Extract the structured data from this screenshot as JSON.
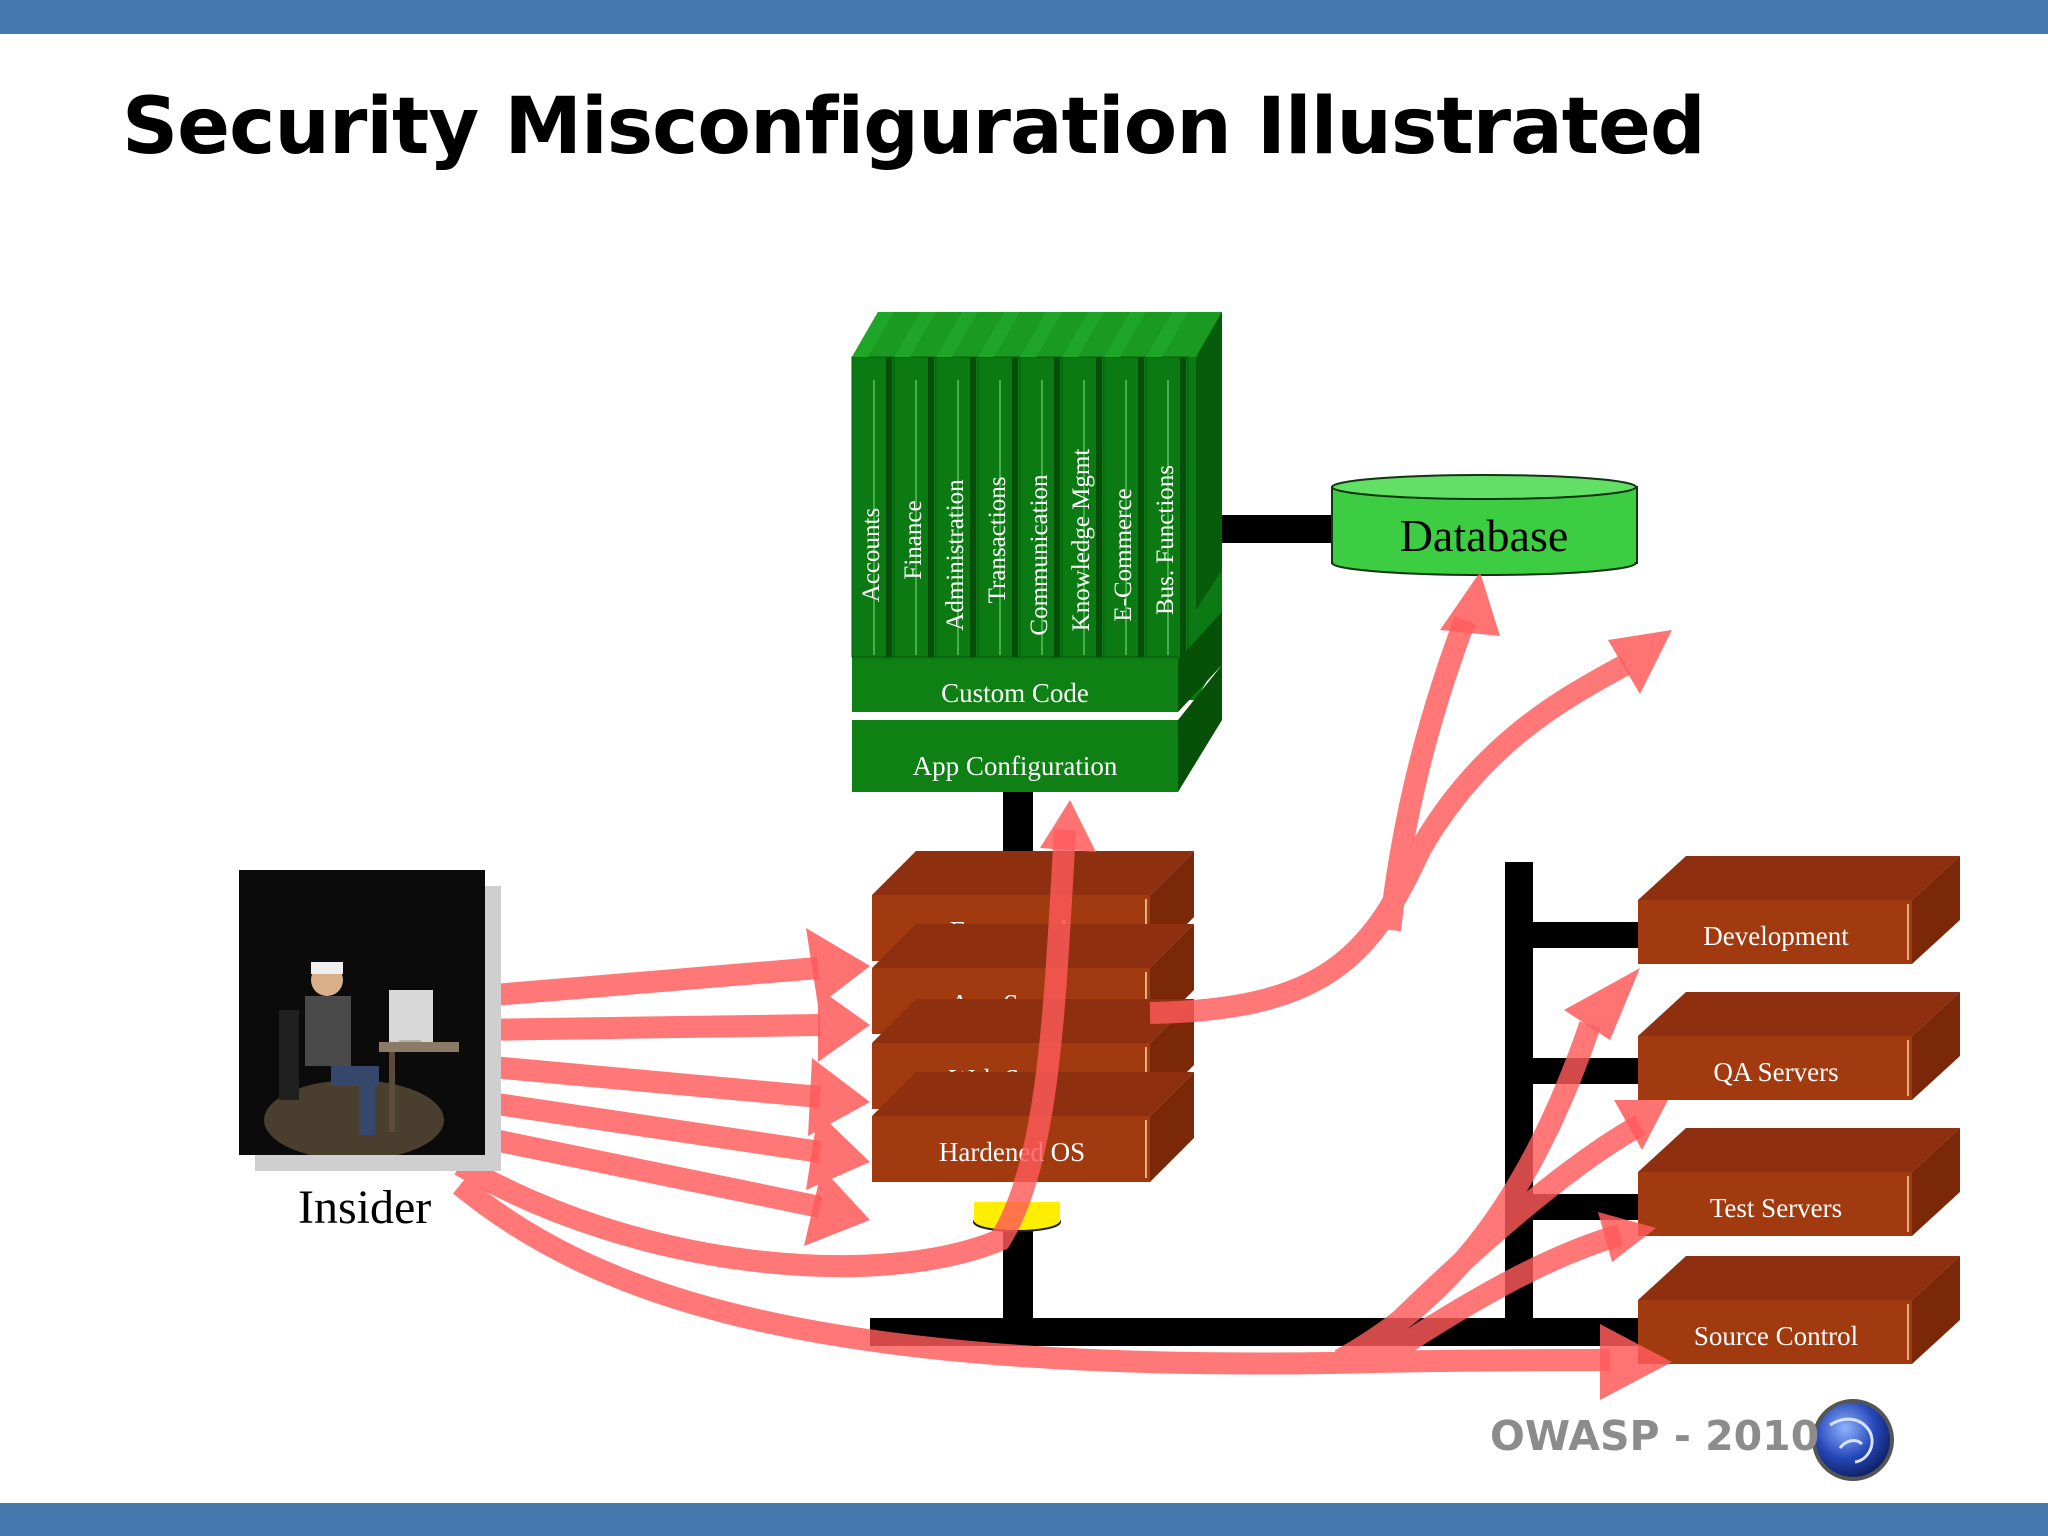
{
  "title": "Security Misconfiguration Illustrated",
  "footer": "OWASP - 2010",
  "actor": {
    "label": "Insider",
    "icon": "person-at-computer-photo"
  },
  "app_modules": [
    "Accounts",
    "Finance",
    "Administration",
    "Transactions",
    "Communication",
    "Knowledge Mgmt",
    "E-Commerce",
    "Bus. Functions"
  ],
  "app_layers": [
    "Custom Code",
    "App Configuration"
  ],
  "server_layers": [
    "Framework",
    "App Server",
    "Web Server",
    "Hardened OS"
  ],
  "database": "Database",
  "environments": [
    "Development",
    "QA Servers",
    "Test Servers",
    "Source Control"
  ],
  "colors": {
    "header_bar": "#4579ad",
    "app_green": "#0c7a12",
    "database_green": "#3ccd42",
    "server_rust": "#a23a10",
    "attack_arrow": "#ff5a5a",
    "connector": "#000000",
    "connector_yellow": "#ffee00"
  },
  "logo": "owasp-globe-logo"
}
